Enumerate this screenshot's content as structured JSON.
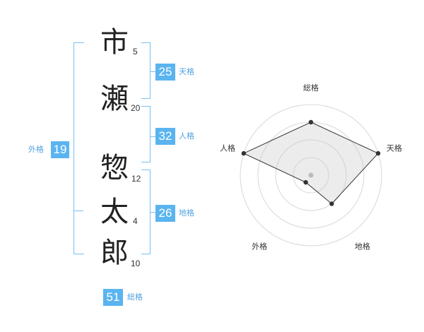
{
  "characters": [
    {
      "char": "市",
      "strokes": "5"
    },
    {
      "char": "瀬",
      "strokes": "20"
    },
    {
      "char": "惣",
      "strokes": "12"
    },
    {
      "char": "太",
      "strokes": "4"
    },
    {
      "char": "郎",
      "strokes": "10"
    }
  ],
  "fortunes": {
    "tenkaku": {
      "value": "25",
      "label": "天格"
    },
    "jinkaku": {
      "value": "32",
      "label": "人格"
    },
    "chikaku": {
      "value": "26",
      "label": "地格"
    },
    "gaikaku": {
      "value": "19",
      "label": "外格"
    },
    "soukaku": {
      "value": "51",
      "label": "総格"
    }
  },
  "radar": {
    "axes": [
      "総格",
      "天格",
      "地格",
      "外格",
      "人格"
    ],
    "levels": 4,
    "scores": [
      3,
      4,
      2,
      0.5,
      4
    ]
  }
}
